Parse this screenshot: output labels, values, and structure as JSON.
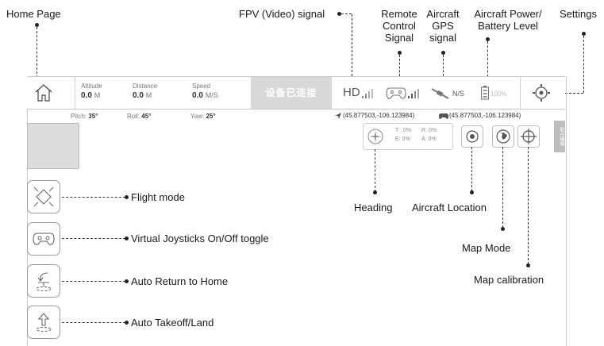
{
  "callouts": {
    "home_page": "Home Page",
    "fpv_signal": "FPV (Video) signal",
    "remote_control_signal": [
      "Remote",
      "Control",
      "Signal"
    ],
    "aircraft_gps_signal": [
      "Aircraft",
      "GPS",
      "signal"
    ],
    "aircraft_power": [
      "Aircraft Power/",
      "Battery Level"
    ],
    "settings": "Settings",
    "flight_mode": "Flight mode",
    "virtual_joysticks": "Virtual Joysticks On/Off toggle",
    "auto_return": "Auto Return to Home",
    "auto_takeoff": "Auto Takeoff/Land",
    "heading": "Heading",
    "aircraft_location": "Aircraft Location",
    "map_mode": "Map Mode",
    "map_calibration": "Map calibration"
  },
  "topbar": {
    "altitude": {
      "label": "Altitude",
      "value": "0.0",
      "unit": "M"
    },
    "distance": {
      "label": "Distance",
      "value": "0.0",
      "unit": "M"
    },
    "speed": {
      "label": "Speed",
      "value": "0.0",
      "unit": "M/S"
    },
    "status": "设备已连接",
    "hd_label": "HD",
    "gps_status": "N/S",
    "battery": "100%"
  },
  "attitude": {
    "pitch": {
      "label": "Pitch:",
      "value": "35°"
    },
    "roll": {
      "label": "Roll:",
      "value": "45°"
    },
    "yaw": {
      "label": "Yaw:",
      "value": "25°"
    }
  },
  "coords": {
    "aircraft": "(45.877503,-106.123984)",
    "controller": "(45.877503,-106.123984)"
  },
  "heading_box": {
    "t": "T : 0%",
    "r": "R: 0%",
    "e": "E: 0%",
    "a": "A: 0%"
  },
  "side_tab": "航点编辑",
  "icons": [
    "home-icon",
    "gear-icon",
    "gamepad-icon",
    "satellite-icon",
    "battery-icon",
    "compass-icon",
    "target-icon",
    "globe-icon",
    "crosshair-icon",
    "send-arrow-icon"
  ]
}
